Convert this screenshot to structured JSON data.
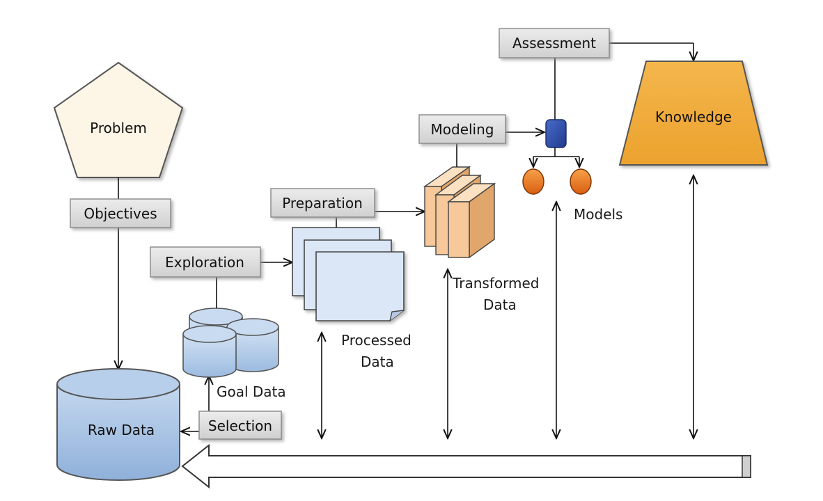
{
  "shapes": {
    "problem": "Problem",
    "raw_data": "Raw Data",
    "knowledge": "Knowledge"
  },
  "steps": {
    "objectives": "Objectives",
    "exploration": "Exploration",
    "preparation": "Preparation",
    "modeling": "Modeling",
    "assessment": "Assessment",
    "selection": "Selection"
  },
  "labels": {
    "goal_data": "Goal Data",
    "processed_1": "Processed",
    "processed_2": "Data",
    "transformed_1": "Transformed",
    "transformed_2": "Data",
    "models": "Models"
  },
  "colors": {
    "step_box_fill": "#dcdcdc",
    "problem_fill": "#fdf5e6",
    "raw_data_fill": "#a9c4e4",
    "knowledge_fill": "#f0ad3c",
    "document_fill": "#dbe7f7",
    "transformed_fill": "#f6c89a",
    "model_node_fill": "#2f4fa8",
    "model_leaf_fill": "#f08a2a"
  }
}
